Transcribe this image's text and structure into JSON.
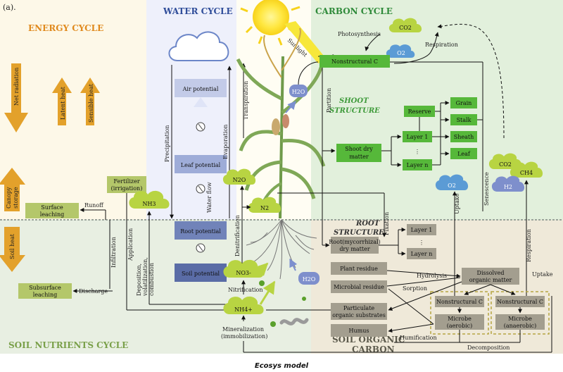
{
  "figure_label": "(a).",
  "caption": "Ecosys model",
  "colors": {
    "energy_bg": "#fdf8e8",
    "water_bg": "#eef0fb",
    "carbon_bg": "#e2f0dc",
    "soil_nutrient_bg": "#e8efe2",
    "soil_carbon_bg": "#efe9d9",
    "energy_title": "#e08a1e",
    "water_title": "#2f4d9a",
    "carbon_title": "#2f8a3a",
    "soil_title": "#7aa04a",
    "green_box": "#56b83a",
    "tan_box": "#a39e8f",
    "olive_box": "#b4c76a",
    "blue_box": "#8fa3cc",
    "orange_arrow": "#e3a12b",
    "cloud_green": "#b8d442"
  },
  "sections": {
    "energy": "ENERGY CYCLE",
    "water": "WATER CYCLE",
    "carbon": "CARBON CYCLE",
    "soil_nutrients": "SOIL NUTRIENTS CYCLE",
    "soil_organic_carbon": "SOIL ORGANIC\nCARBON",
    "shoot_structure": "SHOOT\nSTRUCTURE",
    "root_structure": "ROOT\nSTRUCTURE"
  },
  "energy_arrows": {
    "net_radiation": "Net radiation",
    "latent_heat": "Latent heat",
    "sensible_heat": "Sensible heat",
    "canopy_storage": "Canopy storage",
    "soil_heat": "Soil heat"
  },
  "water": {
    "air_potential": "Air potential",
    "leaf_potential": "Leaf potential",
    "root_potential": "Root potential",
    "soil_potential": "Soil potential",
    "precipitation": "Precipitation",
    "evaporation": "Evaporation",
    "transpiration": "Transpiration",
    "water_flow": "Water flow",
    "sunlight": "Sunlight"
  },
  "carbon": {
    "photosynthesis": "Photosynthesis",
    "respiration": "Respiration",
    "co2": "CO2",
    "o2": "O2",
    "nonstructural_c": "Nonstructural C",
    "h2o": "H2O",
    "partition": "Partition",
    "reserve": "Reserve",
    "grain": "Grain",
    "stalk": "Stalk",
    "sheath": "Sheath",
    "leaf": "Leaf",
    "layer1": "Layer 1",
    "dots": "⋮",
    "layern": "Layer n",
    "shoot_dry_matter": "Shoot dry matter",
    "uptake": "Uptake",
    "senescence": "Senescence",
    "h2": "H2",
    "ch4": "CH4",
    "co2_right": "CO2",
    "respiration_right": "Respiration",
    "uptake_right": "Uptake",
    "fixation": "Fixation"
  },
  "root": {
    "root_dry_matter": "Root(mycorrhizal) dry matter",
    "layer1": "Layer 1",
    "dots": "⋮",
    "layern": "Layer n"
  },
  "soil_carbon": {
    "plant_residue": "Plant residue",
    "microbial_residue": "Microbial residue",
    "particulate": "Particulate organic substrates",
    "humus": "Humus",
    "dissolved": "Dissolved organic matter",
    "nonstructural_c1": "Nonstructural C",
    "nonstructural_c2": "Nonstructural C",
    "microbe_aerobic": "Microbe (aerobic)",
    "microbe_anaerobic": "Microbe (anaerobic)",
    "hydrolysis": "Hydrolysis",
    "sorption": "Sorption",
    "humification": "Humification",
    "decomposition": "Decomposition",
    "h2o": "H2O"
  },
  "soil_nutrients": {
    "fertilizer": "Fertilizer (irrigation)",
    "surface_leaching": "Surface leaching",
    "subsurface_leaching": "Subsurface leaching",
    "runoff": "Runoff",
    "infiltration": "Infiltration",
    "discharge": "Discharge",
    "application": "Application",
    "nh3": "NH3",
    "deposition": "Deposition, volatilization, combustion",
    "n2o": "N2O",
    "n2": "N2",
    "no3": "NO3-",
    "nh4": "NH4+",
    "nitrification": "Nitrification",
    "denitrification": "Denitrification",
    "mineralization": "Mineralization (immobilization)"
  }
}
